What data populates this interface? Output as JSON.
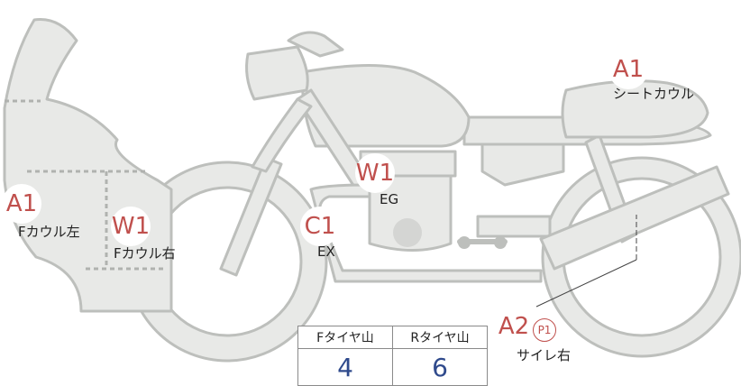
{
  "colors": {
    "body": "#e8e9e7",
    "outline": "#bdbfbc",
    "grade": "#c0504d",
    "value": "#2f4a8c"
  },
  "annotations": [
    {
      "grade": "A1",
      "part": "シートカウル"
    },
    {
      "grade": "A1",
      "part": "Fカウル左"
    },
    {
      "grade": "W1",
      "part": "Fカウル右"
    },
    {
      "grade": "W1",
      "part": "EG"
    },
    {
      "grade": "C1",
      "part": "EX"
    },
    {
      "grade": "A2",
      "sub_grade": "P1",
      "part": "サイレ右"
    }
  ],
  "tire_table": {
    "headers": [
      "Fタイヤ山",
      "Rタイヤ山"
    ],
    "values": [
      "4",
      "6"
    ]
  }
}
